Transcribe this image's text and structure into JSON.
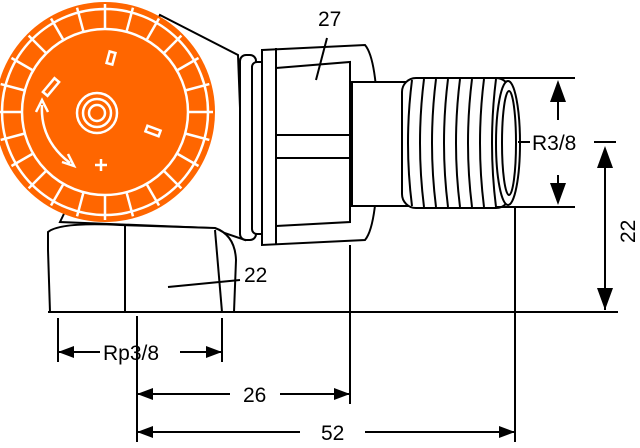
{
  "drawing": {
    "knob_color": "#ff6600",
    "labels": {
      "nut_size": "27",
      "outlet_thread": "R3/8",
      "outlet_height": "22",
      "inlet_hex": "22",
      "inlet_thread": "Rp3/8",
      "inlet_offset": "26",
      "overall_length": "52"
    }
  }
}
